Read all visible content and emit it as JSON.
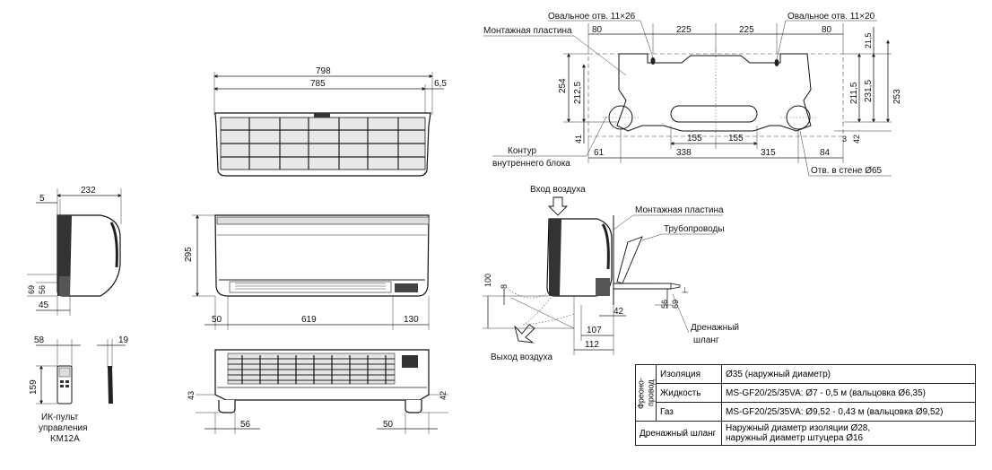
{
  "front_view": {
    "dims": {
      "total_width": "798",
      "body_width": "785",
      "overhang": "6,5"
    }
  },
  "side_view": {
    "dims": {
      "depth": "232",
      "top_offset": "5",
      "h1": "69",
      "h2": "56",
      "bottom_offset": "45"
    }
  },
  "bottom_view": {
    "dims": {
      "height": "295",
      "left": "50",
      "middle": "619",
      "right": "130"
    }
  },
  "back_view": {
    "dims": {
      "left_h": "43",
      "right_h": "42",
      "left_w": "56",
      "right_w": "50"
    }
  },
  "remote": {
    "dims": {
      "width": "58",
      "depth": "19",
      "height": "159"
    },
    "caption_l1": "ИК-пульт",
    "caption_l2": "управления",
    "caption_l3": "KM12A"
  },
  "mount_plate": {
    "oval_left": "Овальное отв. 11×26",
    "oval_right": "Овальное отв. 11×20",
    "plate_label": "Монтажная пластина",
    "contour_l1": "Контур",
    "contour_l2": "внутреннего блока",
    "wall_hole": "Отв. в стене Ø65",
    "dims": {
      "top_80_l": "80",
      "top_225_l": "225",
      "top_225_r": "225",
      "top_80_r": "80",
      "h254": "254",
      "h212": "212,5",
      "h211": "211,5",
      "h231": "231,5",
      "h253": "253",
      "h21": "21,5",
      "h41": "41",
      "h3": "3",
      "h42": "42",
      "b155_l": "155",
      "b155_r": "155",
      "b61": "61",
      "b338": "338",
      "b315": "315",
      "b84": "84"
    }
  },
  "install": {
    "air_in": "Вход воздуха",
    "air_out": "Выход воздуха",
    "plate": "Монтажная пластина",
    "pipes": "Трубопроводы",
    "drain_l1": "Дренажный",
    "drain_l2": "шланг",
    "dims": {
      "d100": "100",
      "d8": "8",
      "d42": "42",
      "d107": "107",
      "d112": "112",
      "d56": "56",
      "d69": "69"
    }
  },
  "spec_table": {
    "group_label": "Фреоно-провод",
    "rows": [
      {
        "name": "Изоляция",
        "value": "Ø35 (наружный диаметр)"
      },
      {
        "name": "Жидкость",
        "value": "MS-GF20/25/35VA: Ø7 - 0,5 м  (вальцовка Ø6,35)"
      },
      {
        "name": "Газ",
        "value": "MS-GF20/25/35VA: Ø9,52 - 0,43 м  (вальцовка Ø9,52)"
      }
    ],
    "drain_name": "Дренажный шланг",
    "drain_value_l1": "Наружный диаметр изоляции Ø28,",
    "drain_value_l2": "наружный диаметр штуцера Ø16"
  }
}
